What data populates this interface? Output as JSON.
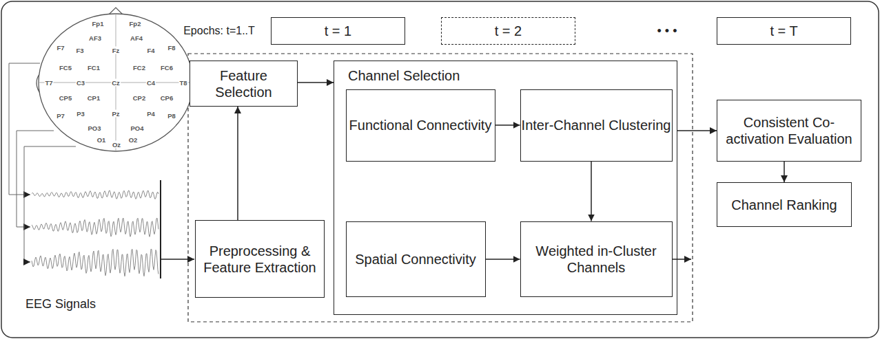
{
  "diagram": {
    "nodes": [
      {
        "text": [
          "t = 1"
        ]
      },
      {
        "text": [
          "t = 2"
        ]
      },
      {
        "text": [
          "t = T"
        ]
      },
      {
        "text": [
          "Feature Selection"
        ]
      },
      {
        "text": [
          "Channel Selection"
        ]
      },
      {
        "text": [
          "Functional Connectivity"
        ],
        "in": 4
      },
      {
        "text": [
          "Inter-Channel Clustering"
        ],
        "in": 4
      },
      {
        "text": [
          "Spatial Connectivity"
        ],
        "in": 4
      },
      {
        "text": [
          "Weighted in-Cluster Channels"
        ],
        "in": 4
      },
      {
        "text": [
          "Preprocessing & Feature Extraction"
        ]
      },
      {
        "text": [
          "Consistent Co-activation Evaluation"
        ]
      },
      {
        "text": [
          "Channel Ranking"
        ]
      }
    ],
    "edges": [
      {
        "from": 9,
        "to": 3,
        "arrow": "to"
      },
      {
        "from": 3,
        "to": 4,
        "arrow": "to"
      },
      {
        "from": 5,
        "to": 6,
        "arrow": "to"
      },
      {
        "from": 6,
        "to": 8,
        "arrow": "to"
      },
      {
        "from": 7,
        "to": 8,
        "arrow": "to"
      },
      {
        "from": 4,
        "to": 10,
        "arrow": "to"
      },
      {
        "from": 10,
        "to": 11,
        "arrow": "to"
      }
    ],
    "labels": [
      "Epochs: t=1..T",
      "• • •",
      "Fp1",
      "Fp2",
      "AF3",
      "AF4",
      "F7",
      "F3",
      "Fz",
      "F4",
      "F8",
      "FC5",
      "FC1",
      "FC2",
      "FC6",
      "T7",
      "C3",
      "Cz",
      "C4",
      "T8",
      "CP5",
      "CP1",
      "CP2",
      "CP6",
      "P7",
      "P3",
      "Pz",
      "P4",
      "P8",
      "PO3",
      "PO4",
      "O1",
      "Oz",
      "O2",
      "EEG Signals"
    ]
  }
}
